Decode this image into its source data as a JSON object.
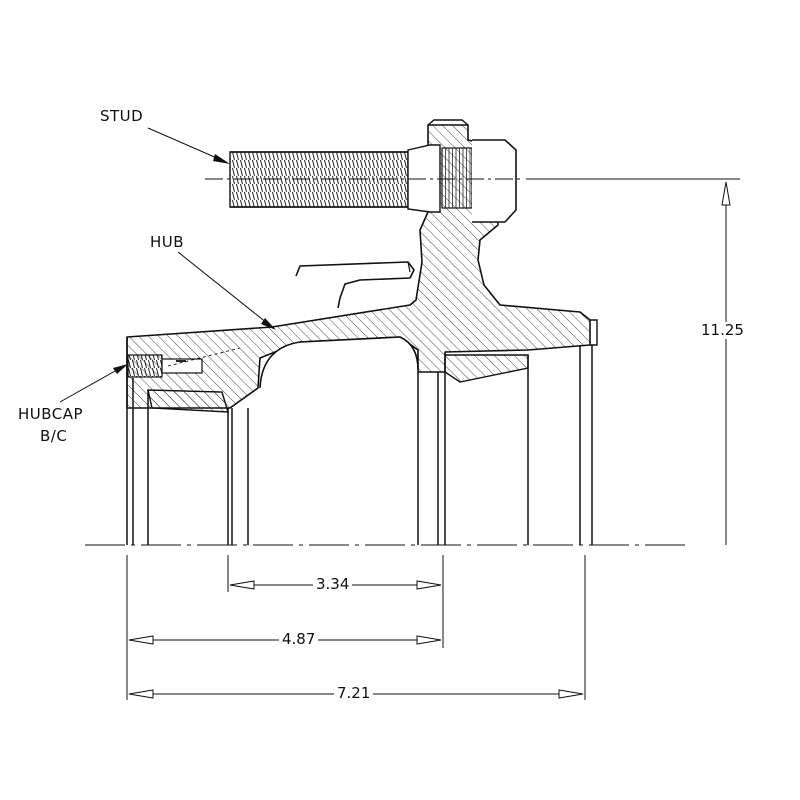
{
  "labels": {
    "stud": "STUD",
    "hub": "HUB",
    "hubcap_line1": "HUBCAP",
    "hubcap_line2": "B/C"
  },
  "dimensions": {
    "height": "11.25",
    "inner_bearing": "3.34",
    "outer_bearing": "4.87",
    "overall": "7.21"
  },
  "colors": {
    "line": "#111111",
    "hatch": "#333333",
    "background": "#ffffff"
  }
}
